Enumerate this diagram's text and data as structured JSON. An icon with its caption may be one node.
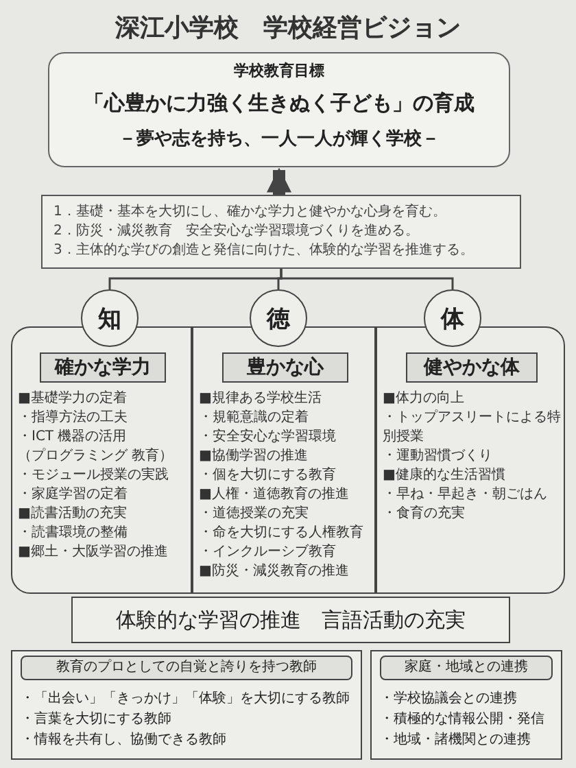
{
  "diagram": {
    "title": "深江小学校　学校経営ビジョン",
    "nodes": [
      {
        "text": [
          "学校教育目標",
          "「心豊かに力強く生きぬく子ども」の育成",
          "－夢や志を持ち、一人一人が輝く学校－"
        ]
      },
      {
        "text": [
          "1．基礎・基本を大切にし、確かな学力と健やかな心身を育む。",
          "2．防災・減災教育　安全安心な学習環境づくりを進める。",
          "3．主体的な学びの創造と発信に向けた、体験的な学習を推進する。"
        ]
      },
      {
        "text": [
          "知"
        ]
      },
      {
        "text": [
          "徳"
        ]
      },
      {
        "text": [
          "体"
        ]
      },
      {
        "text": [
          "■基礎学力の定着",
          "・指導方法の工夫",
          "・ICT 機器の活用",
          "（プログラミング 教育）",
          "・モジュール授業の実践",
          "・家庭学習の定着",
          "■読書活動の充実",
          "・読書環境の整備",
          "■郷土・大阪学習の推進"
        ]
      },
      {
        "text": [
          "確かな学力"
        ],
        "in": 5
      },
      {
        "text": [
          "■規律ある学校生活",
          "・規範意識の定着",
          "・安全安心な学習環境",
          "■協働学習の推進",
          "・個を大切にする教育",
          "■人権・道徳教育の推進",
          "・道徳授業の充実",
          "・命を大切にする人権教育",
          "・インクルーシブ教育",
          "■防災・減災教育の推進"
        ]
      },
      {
        "text": [
          "豊かな心"
        ],
        "in": 7
      },
      {
        "text": [
          "■体力の向上",
          "・トップアスリートによる特別授業",
          "・運動習慣づくり",
          "■健康的な生活習慣",
          "・早ね・早起き・朝ごはん",
          "・食育の充実"
        ]
      },
      {
        "text": [
          "健やかな体"
        ],
        "in": 9
      },
      {
        "text": [
          "体験的な学習の推進　言語活動の充実"
        ]
      },
      {
        "text": [
          "教育のプロとしての自覚と誇りを持つ教師",
          "・「出会い」「きっかけ」「体験」を大切にする教師",
          "・言葉を大切にする教師",
          "・情報を共有し、協働できる教師"
        ]
      },
      {
        "text": [
          "家庭・地域との連携",
          "・学校協議会との連携",
          "・積極的な情報公開・発信",
          "・地域・諸機関との連携"
        ]
      }
    ],
    "edges": [
      {
        "from": 1,
        "to": 0,
        "arrow": "to",
        "style": "thick"
      },
      {
        "from": 1,
        "to": 2,
        "arrow": "none"
      },
      {
        "from": 1,
        "to": 3,
        "arrow": "none"
      },
      {
        "from": 1,
        "to": 4,
        "arrow": "none"
      }
    ]
  }
}
